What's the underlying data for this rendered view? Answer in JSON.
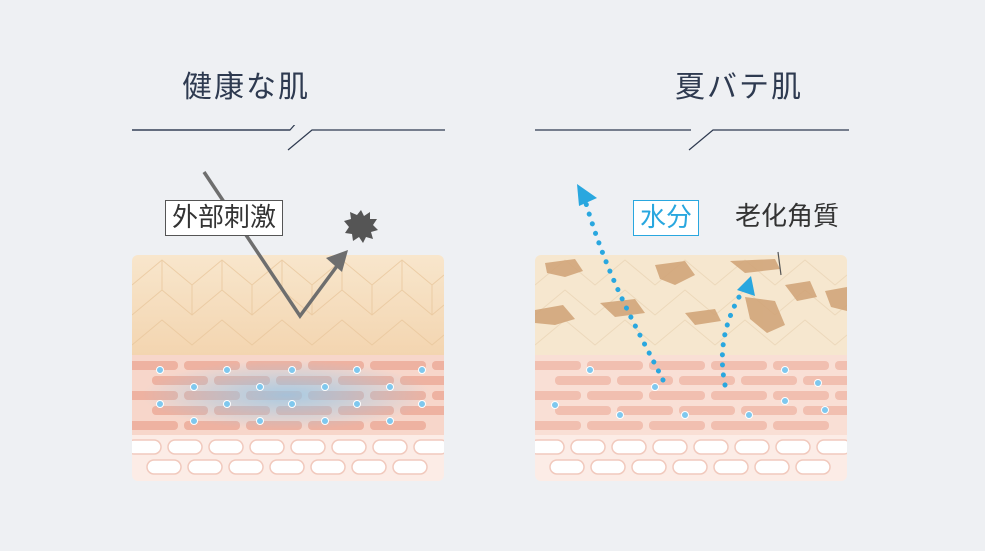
{
  "panels": {
    "left": {
      "title": "健康な肌",
      "label_stimulus": "外部刺激"
    },
    "right": {
      "title": "夏バテ肌",
      "label_water": "水分",
      "label_aged": "老化角質"
    }
  },
  "colors": {
    "title": "#2e3a50",
    "water": "#29a7df",
    "stratum_corneum": "#f5dfc0",
    "cell_layer": "#f0b9a8",
    "deep_layer": "#fbe3dc"
  }
}
